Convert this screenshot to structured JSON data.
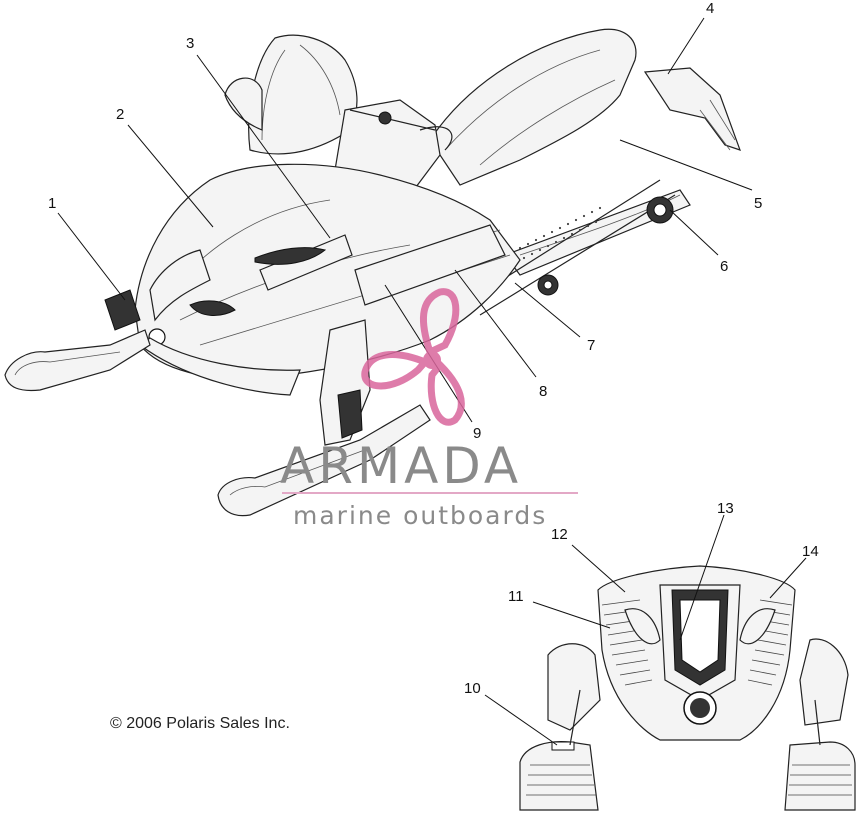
{
  "diagram": {
    "callouts": [
      "1",
      "2",
      "3",
      "4",
      "5",
      "6",
      "7",
      "8",
      "9",
      "10",
      "11",
      "12",
      "13",
      "14"
    ],
    "copyright": "© 2006 Polaris Sales Inc."
  },
  "watermark": {
    "title": "ARMADA",
    "subtitle": "marine outboards",
    "accent_color": "#d9669c",
    "line_color": "#e3a8c6"
  }
}
